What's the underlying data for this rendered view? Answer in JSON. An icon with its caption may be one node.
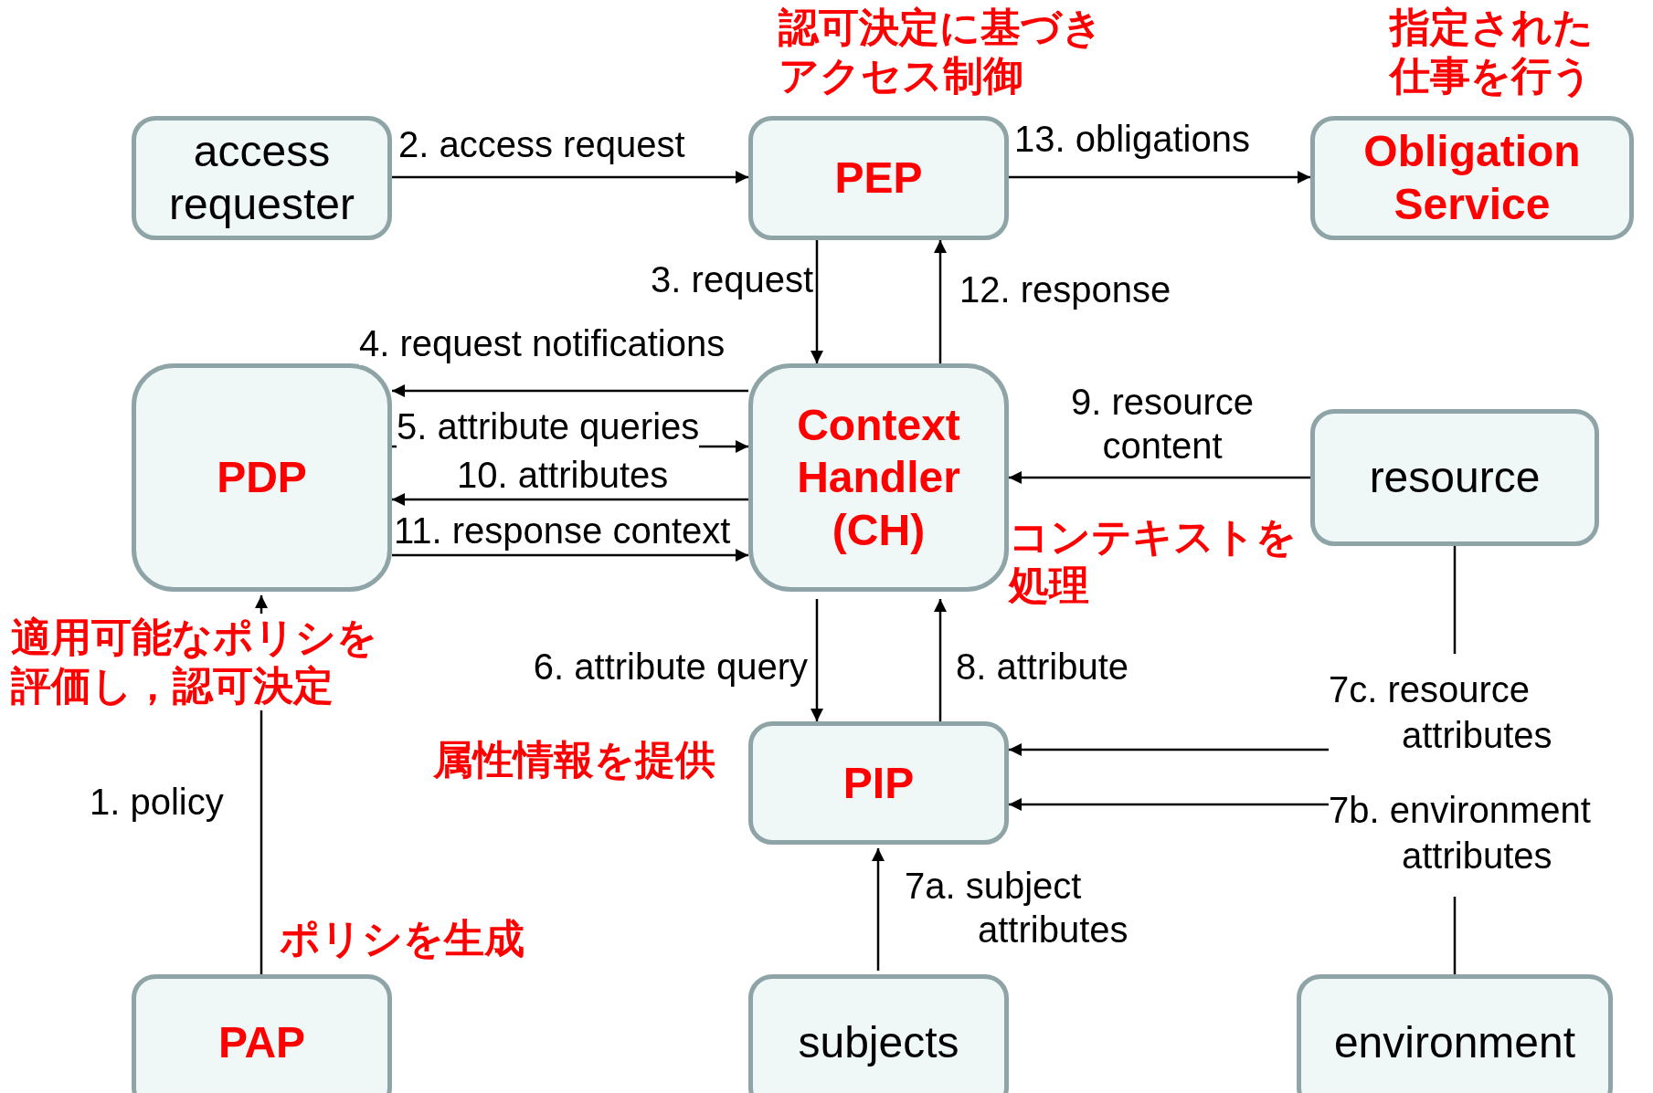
{
  "diagram": {
    "nodes": [
      {
        "text": [
          "access requester"
        ]
      },
      {
        "text": [
          "PEP"
        ],
        "beside": [
          "認可決定に基づきアクセス制御"
        ]
      },
      {
        "text": [
          "Obligation Service"
        ],
        "beside": [
          "指定された仕事を行う"
        ]
      },
      {
        "text": [
          "PDP"
        ],
        "beside": [
          "適用可能なポリシを評価し，認可決定"
        ]
      },
      {
        "text": [
          "Context Handler (CH)"
        ],
        "beside": [
          "コンテキストを処理"
        ]
      },
      {
        "text": [
          "resource"
        ]
      },
      {
        "text": [
          "PIP"
        ],
        "beside": [
          "属性情報を提供"
        ]
      },
      {
        "text": [
          "PAP"
        ],
        "beside": [
          "ポリシを生成"
        ]
      },
      {
        "text": [
          "subjects"
        ]
      },
      {
        "text": [
          "environment"
        ]
      },
      {
        "text": [
          "7c. resource attributes"
        ]
      },
      {
        "text": [
          "7b. environment attributes"
        ]
      }
    ],
    "edges": [
      {
        "from": 0,
        "to": 1,
        "arrow": "to",
        "label": "2. access request"
      },
      {
        "from": 1,
        "to": 2,
        "arrow": "to",
        "label": "13. obligations"
      },
      {
        "from": 1,
        "to": 4,
        "arrow": "to",
        "label": "3. request"
      },
      {
        "from": 4,
        "to": 1,
        "arrow": "to",
        "label": "12. response"
      },
      {
        "from": 4,
        "to": 3,
        "arrow": "to",
        "label": "4. request notifications"
      },
      {
        "from": 3,
        "to": 4,
        "arrow": "to",
        "label": "5. attribute queries"
      },
      {
        "from": 4,
        "to": 3,
        "arrow": "to",
        "label": "10. attributes"
      },
      {
        "from": 3,
        "to": 4,
        "arrow": "to",
        "label": "11. response context"
      },
      {
        "from": 5,
        "to": 4,
        "arrow": "to",
        "label": "9. resource content"
      },
      {
        "from": 4,
        "to": 6,
        "arrow": "to",
        "label": "6. attribute query"
      },
      {
        "from": 6,
        "to": 4,
        "arrow": "to",
        "label": "8. attribute"
      },
      {
        "from": 7,
        "to": 3,
        "arrow": "to",
        "label": "1. policy"
      },
      {
        "from": 8,
        "to": 6,
        "arrow": "to",
        "label": "7a. subject attributes"
      },
      {
        "from": 5,
        "to": 10,
        "arrow": "none"
      },
      {
        "from": 10,
        "to": 6,
        "arrow": "to"
      },
      {
        "from": 9,
        "to": 11,
        "arrow": "none"
      },
      {
        "from": 11,
        "to": 6,
        "arrow": "to"
      }
    ]
  }
}
